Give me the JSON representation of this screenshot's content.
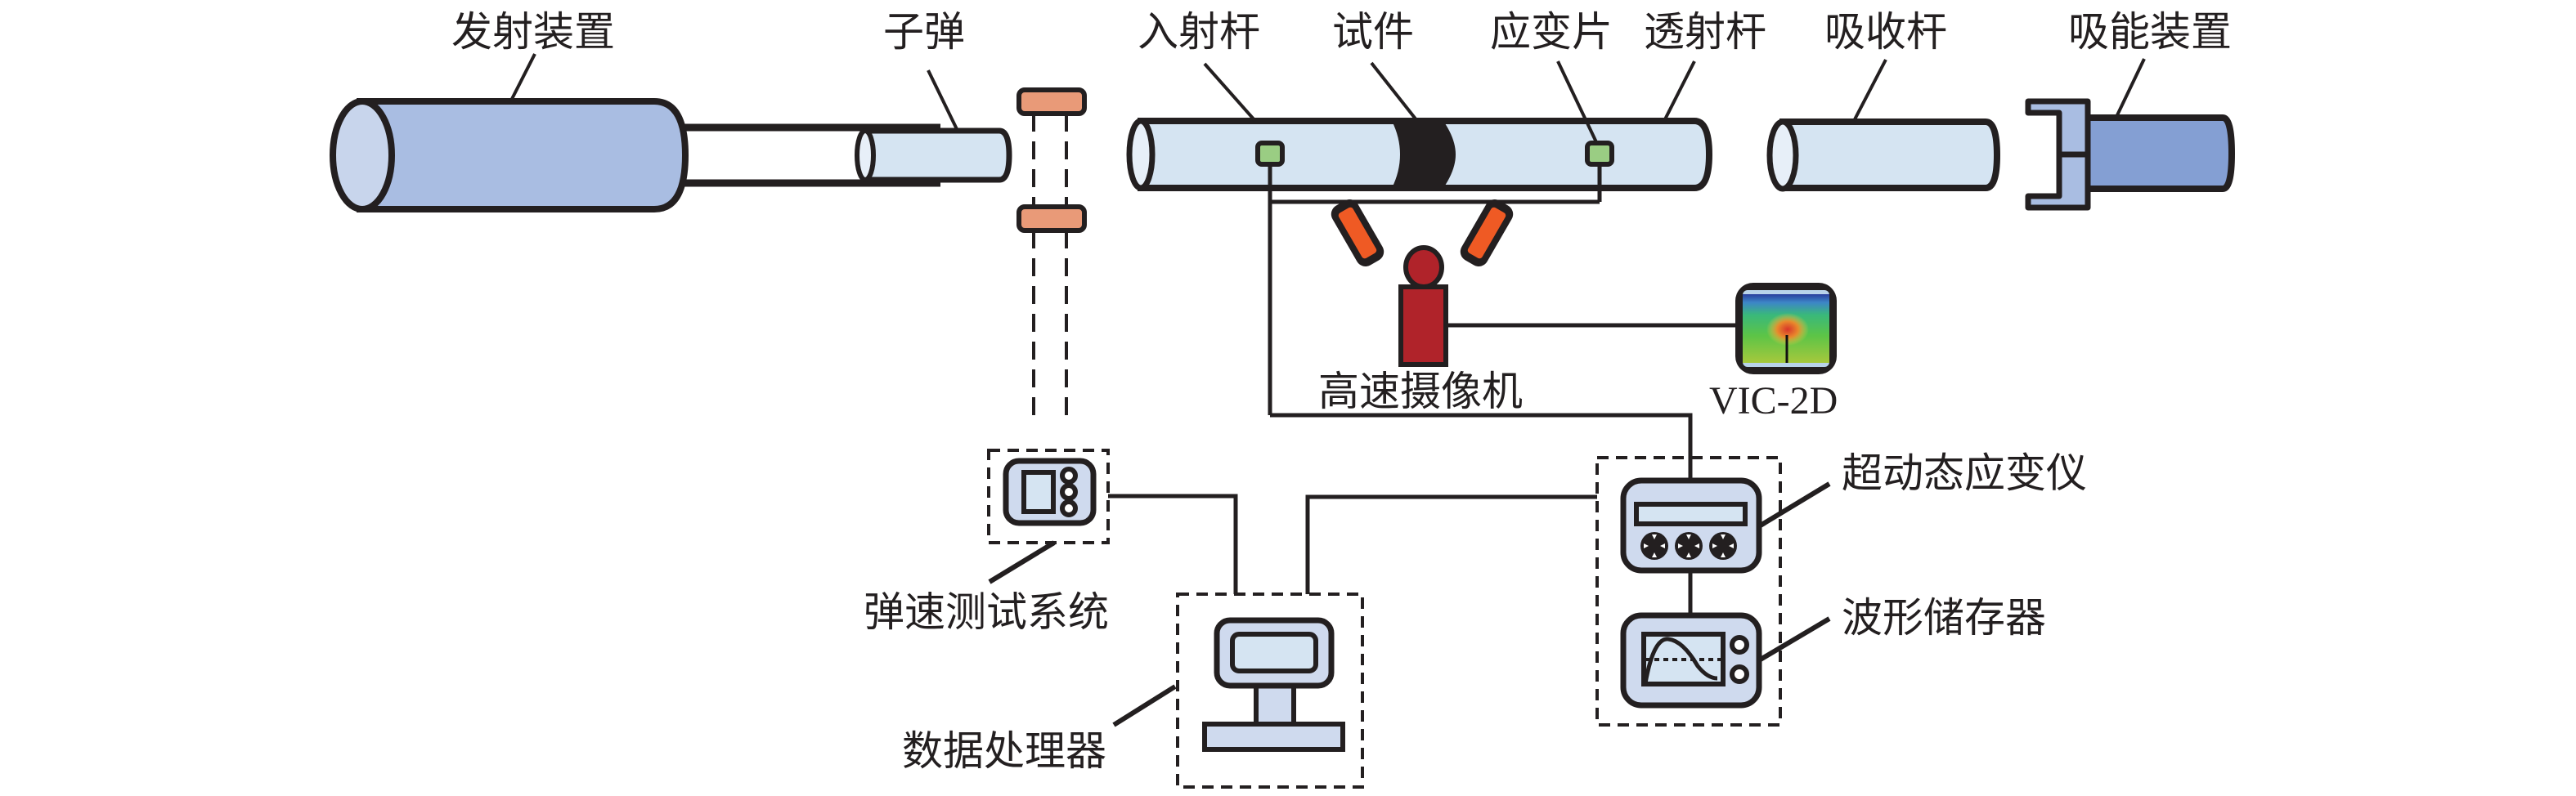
{
  "title": "SHPB dynamic test setup with DIC",
  "labels": {
    "launcher": "发射装置",
    "projectile": "子弹",
    "incident_bar": "入射杆",
    "specimen": "试件",
    "strain_gauge": "应变片",
    "transmitted_bar": "透射杆",
    "absorber_bar": "吸收杆",
    "energy_absorber": "吸能装置",
    "high_speed_camera": "高速摄像机",
    "vic": "VIC-2D",
    "velocity_system": "弹速测试系统",
    "data_processor": "数据处理器",
    "strain_meter": "超动态应变仪",
    "waveform_storage": "波形储存器"
  },
  "colors": {
    "outline": "#231f20",
    "launcher_body": "#a9bde2",
    "launcher_face": "#c8d5ec",
    "bar_body": "#d5e4f2",
    "bar_face": "#e7eff8",
    "damper_body": "#849fd3",
    "damper_bracket": "#a9bde2",
    "gauge": "#9acd83",
    "light_gate": "#e99a78",
    "lamp": "#ef5a24",
    "camera": "#b0232a",
    "device_fill": "#cfdaee",
    "screen_fill": "#d5e4f2",
    "specimen": "#231f20"
  }
}
